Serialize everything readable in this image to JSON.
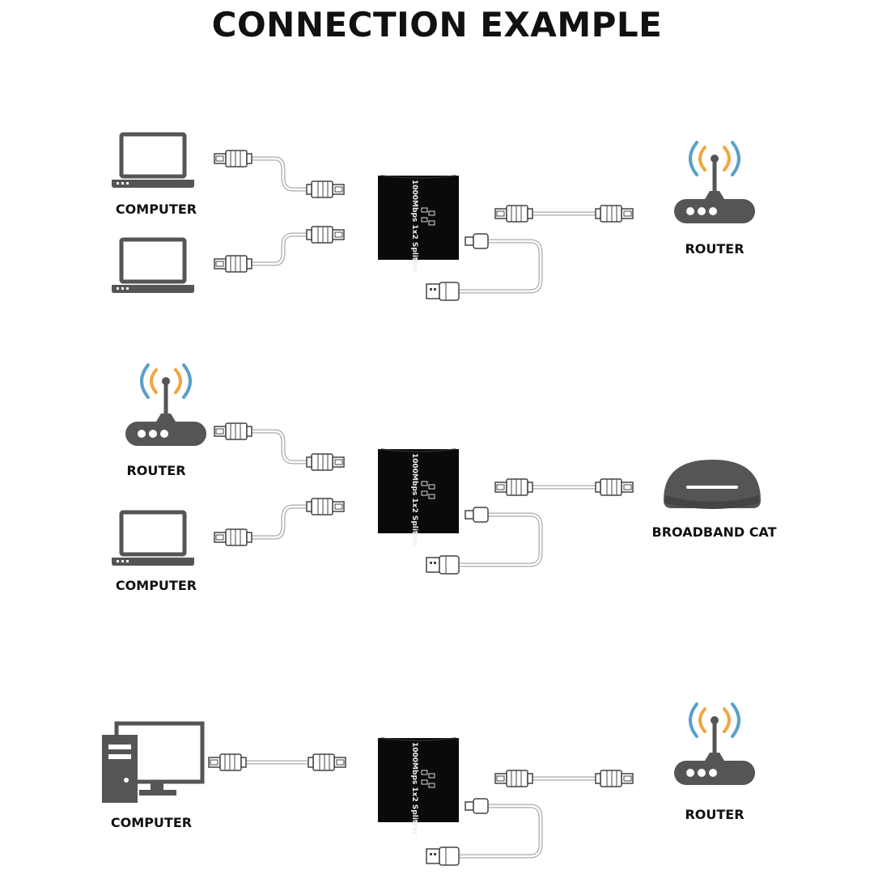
{
  "title": "CONNECTION EXAMPLE",
  "splitter_text": "1000Mbps 1x2 Splitter",
  "labels": {
    "row1_left_top": "COMPUTER",
    "row1_right": "ROUTER",
    "row2_left_top": "ROUTER",
    "row2_left_bottom": "COMPUTER",
    "row2_right": "BROADBAND CAT",
    "row3_left": "COMPUTER",
    "row3_right": "ROUTER"
  },
  "icons": {
    "laptop": "laptop-icon",
    "router": "router-icon",
    "modem": "modem-icon",
    "desktop": "desktop-computer-icon",
    "splitter": "ethernet-splitter-icon",
    "rj45": "rj45-plug-icon",
    "usb": "usb-plug-icon"
  },
  "colors": {
    "signal_orange": "#f0a640",
    "signal_blue": "#5aa0c8",
    "device_dark": "#555555",
    "splitter_black": "#0a0a0a"
  }
}
